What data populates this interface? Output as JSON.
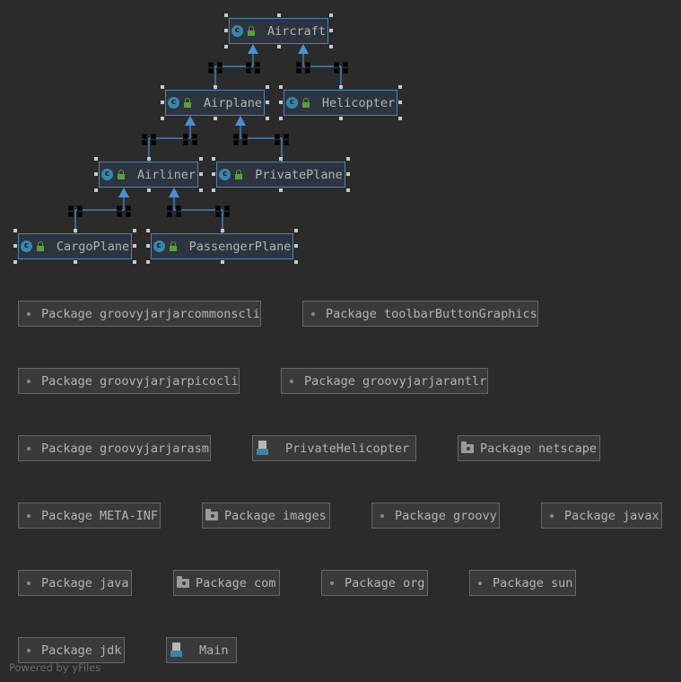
{
  "classes": [
    {
      "id": "aircraft",
      "label": "Aircraft"
    },
    {
      "id": "airplane",
      "label": "Airplane"
    },
    {
      "id": "helicopter",
      "label": "Helicopter"
    },
    {
      "id": "airliner",
      "label": "Airliner"
    },
    {
      "id": "privateplane",
      "label": "PrivatePlane"
    },
    {
      "id": "cargoplane",
      "label": "CargoPlane"
    },
    {
      "id": "passengerplane",
      "label": "PassengerPlane"
    }
  ],
  "class_icon_letter": "c",
  "inheritance": [
    {
      "child": "airplane",
      "parent": "aircraft"
    },
    {
      "child": "helicopter",
      "parent": "aircraft"
    },
    {
      "child": "airliner",
      "parent": "airplane"
    },
    {
      "child": "privateplane",
      "parent": "airplane"
    },
    {
      "child": "cargoplane",
      "parent": "airliner"
    },
    {
      "child": "passengerplane",
      "parent": "airliner"
    }
  ],
  "packages": [
    {
      "label": "Package groovyjarjarcommonscli",
      "icon": "package-dot-icon"
    },
    {
      "label": "Package toolbarButtonGraphics",
      "icon": "package-dot-icon"
    },
    {
      "label": "Package groovyjarjarpicocli",
      "icon": "package-dot-icon"
    },
    {
      "label": "Package groovyjarjarantlr",
      "icon": "package-dot-icon"
    },
    {
      "label": "Package groovyjarjarasm",
      "icon": "package-dot-icon"
    },
    {
      "label": "PrivateHelicopter",
      "icon": "java-file-icon"
    },
    {
      "label": "Package netscape",
      "icon": "folder-icon"
    },
    {
      "label": "Package META-INF",
      "icon": "package-dot-icon"
    },
    {
      "label": "Package images",
      "icon": "folder-icon"
    },
    {
      "label": "Package groovy",
      "icon": "package-dot-icon"
    },
    {
      "label": "Package javax",
      "icon": "package-dot-icon"
    },
    {
      "label": "Package java",
      "icon": "package-dot-icon"
    },
    {
      "label": "Package com",
      "icon": "folder-icon"
    },
    {
      "label": "Package org",
      "icon": "package-dot-icon"
    },
    {
      "label": "Package sun",
      "icon": "package-dot-icon"
    },
    {
      "label": "Package jdk",
      "icon": "package-dot-icon"
    },
    {
      "label": "Main",
      "icon": "java-file-icon"
    }
  ],
  "footer": "Powered by yFiles",
  "colors": {
    "background": "#2b2b2b",
    "class_border": "#4d83b3",
    "edge": "#4a90d9",
    "package_border": "#666666"
  }
}
